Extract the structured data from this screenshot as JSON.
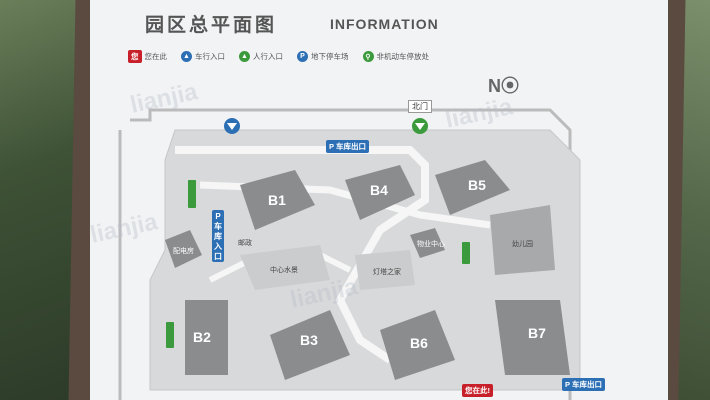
{
  "title": {
    "zh": "园区总平面图",
    "en": "INFORMATION"
  },
  "legend": [
    {
      "label": "您在此",
      "icon": "you-are-here-icon",
      "color": "#c8202a"
    },
    {
      "label": "车行入口",
      "icon": "vehicle-entrance-icon",
      "color": "#2d6fb5"
    },
    {
      "label": "人行入口",
      "icon": "pedestrian-entrance-icon",
      "color": "#3b9a3b"
    },
    {
      "label": "地下停车场",
      "icon": "parking-icon",
      "color": "#2d6fb5"
    },
    {
      "label": "非机动车停放处",
      "icon": "bicycle-parking-icon",
      "color": "#3b9a3b"
    }
  ],
  "gates": {
    "north": "北门"
  },
  "parking": {
    "garage_exit_top": "P 车库出口",
    "garage_entrance": "P 车库入口",
    "garage_exit_bottom": "P 车库出口"
  },
  "you_are_here": "您在此!",
  "buildings": [
    "B1",
    "B2",
    "B3",
    "B4",
    "B5",
    "B6",
    "B7"
  ],
  "facilities": {
    "kindergarten": "幼儿园",
    "center_water": "中心水景",
    "lantern_house": "灯塔之家",
    "property_mgmt": "物业中心",
    "service": "配电房",
    "newsroom": "邮政"
  },
  "watermark": "lianjia"
}
